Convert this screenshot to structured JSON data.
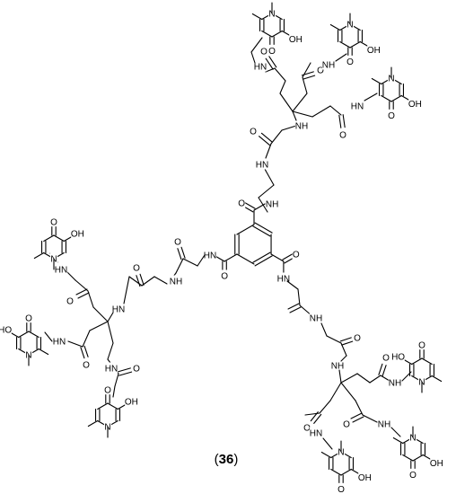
{
  "compound": {
    "label_open": "(",
    "label_number": "36",
    "label_close": ")"
  },
  "atoms": {
    "oxygen": "O",
    "nitrogen": "N",
    "hydroxyl": "HO",
    "hydroxyl_right": "OH",
    "amide_nh": "NH",
    "amide_hn": "HN",
    "amine_n": "N",
    "n_h": "H",
    "methyl_line": ""
  },
  "core": {
    "ring": "benzene-1,3,5-tricarboxamide"
  },
  "arms": 3,
  "terminal_group": "3-hydroxy-1,2-dimethyl-pyridin-4-one",
  "pyridinones_per_arm": 3
}
